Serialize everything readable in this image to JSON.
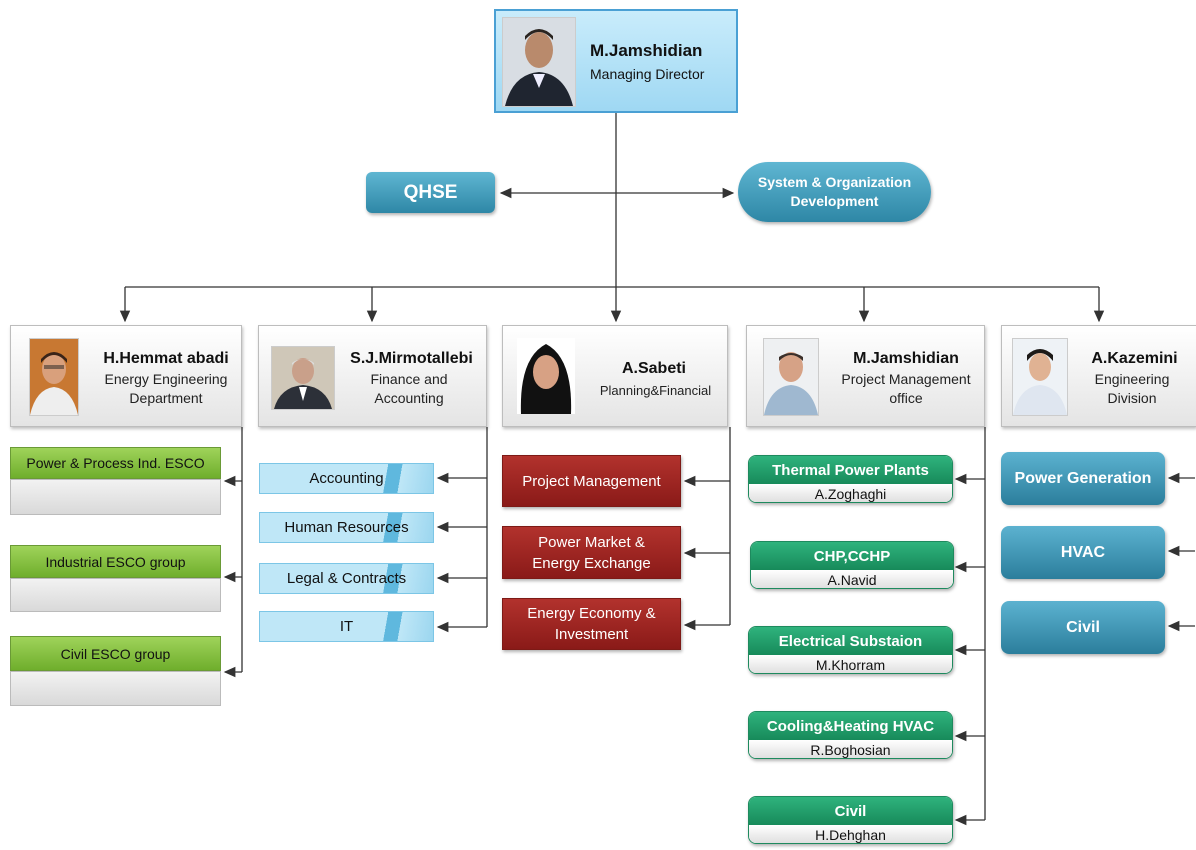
{
  "top": {
    "name": "M.Jamshidian",
    "role": "Managing Director"
  },
  "staff": {
    "qhse": "QHSE",
    "sod": "System & Organization Development"
  },
  "managers": [
    {
      "name": "H.Hemmat abadi",
      "role": "Energy Engineering Department"
    },
    {
      "name": "S.J.Mirmotallebi",
      "role": "Finance and Accounting"
    },
    {
      "name": "A.Sabeti",
      "role": "Planning&Financial"
    },
    {
      "name": "M.Jamshidian",
      "role": "Project Management office"
    },
    {
      "name": "A.Kazemini",
      "role": "Engineering Division"
    }
  ],
  "esco_groups": [
    "Power & Process Ind. ESCO",
    "Industrial ESCO group",
    "Civil ESCO group"
  ],
  "finance_units": [
    "Accounting",
    "Human Resources",
    "Legal & Contracts",
    "IT"
  ],
  "planning_units": [
    "Project Management",
    "Power Market & Energy Exchange",
    "Energy Economy & Investment"
  ],
  "pmo_units": [
    {
      "title": "Thermal Power Plants",
      "lead": "A.Zoghaghi"
    },
    {
      "title": "CHP,CCHP",
      "lead": "A.Navid"
    },
    {
      "title": "Electrical Substaion",
      "lead": "M.Khorram"
    },
    {
      "title": "Cooling&Heating HVAC",
      "lead": "R.Boghosian"
    },
    {
      "title": "Civil",
      "lead": "H.Dehghan"
    }
  ],
  "engineering_units": [
    "Power Generation",
    "HVAC",
    "Civil"
  ],
  "colors": {
    "top_fill": "#b3e2f7",
    "staff_fill": "#3d98b8",
    "green": "#7cbd3a",
    "red": "#a0231f",
    "teal": "#1f9e6b",
    "blue": "#3d98b8",
    "light_blue": "#bfe7f7"
  }
}
